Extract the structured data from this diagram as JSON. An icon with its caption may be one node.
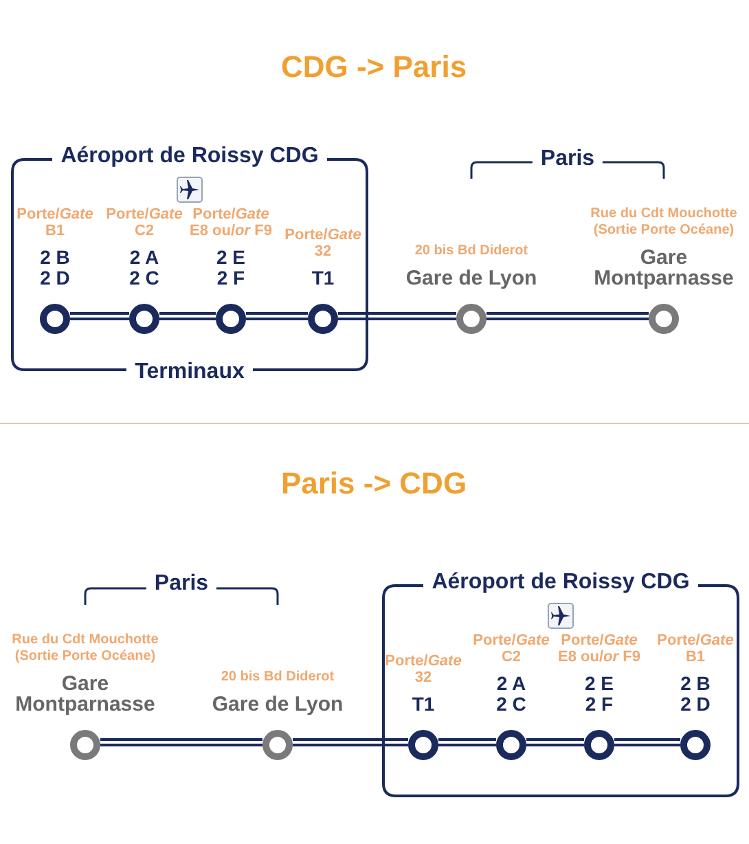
{
  "diagram": {
    "nodes": [
      {
        "text": [
          "Aéroport de Roissy CDG",
          "Terminaux"
        ]
      },
      {
        "text": [
          "Porte/*Gate* B1",
          "2 B 2 D"
        ],
        "in": 0
      },
      {
        "text": [
          "Porte/*Gate* C2",
          "2 A 2 C"
        ],
        "in": 0
      },
      {
        "text": [
          "Porte/*Gate* E8 ou/*or* F9",
          "2 E 2 F"
        ],
        "in": 0
      },
      {
        "text": [
          "Porte/*Gate* 32",
          "T1"
        ],
        "in": 0
      },
      {
        "text": [
          "20 bis Bd Diderot",
          "Gare de Lyon"
        ]
      },
      {
        "text": [
          "Rue du Cdt Mouchotte (Sortie Porte Océane)",
          "Gare Montparnasse"
        ]
      },
      {
        "text": [
          "Rue du Cdt Mouchotte (Sortie Porte Océane)",
          "Gare Montparnasse"
        ]
      },
      {
        "text": [
          "20 bis Bd Diderot",
          "Gare de Lyon"
        ]
      },
      {
        "text": [
          "Aéroport de Roissy CDG"
        ]
      },
      {
        "text": [
          "Porte/*Gate* 32",
          "T1"
        ],
        "in": 9
      },
      {
        "text": [
          "Porte/*Gate* C2",
          "2 A 2 C"
        ],
        "in": 9
      },
      {
        "text": [
          "Porte/*Gate* E8 ou/*or* F9",
          "2 E 2 F"
        ],
        "in": 9
      },
      {
        "text": [
          "Porte/*Gate* B1",
          "2 B 2 D"
        ],
        "in": 9
      }
    ],
    "edges": [
      {
        "from": 1,
        "to": 2,
        "arrow": "none"
      },
      {
        "from": 2,
        "to": 3,
        "arrow": "none"
      },
      {
        "from": 3,
        "to": 4,
        "arrow": "none"
      },
      {
        "from": 4,
        "to": 5,
        "arrow": "none"
      },
      {
        "from": 5,
        "to": 6,
        "arrow": "none"
      },
      {
        "from": 7,
        "to": 8,
        "arrow": "none"
      },
      {
        "from": 8,
        "to": 10,
        "arrow": "none"
      },
      {
        "from": 10,
        "to": 11,
        "arrow": "none"
      },
      {
        "from": 11,
        "to": 12,
        "arrow": "none"
      },
      {
        "from": 12,
        "to": 13,
        "arrow": "none"
      }
    ],
    "labels": [
      "CDG -> Paris",
      "Paris",
      "Paris -> CDG",
      "Paris"
    ]
  }
}
